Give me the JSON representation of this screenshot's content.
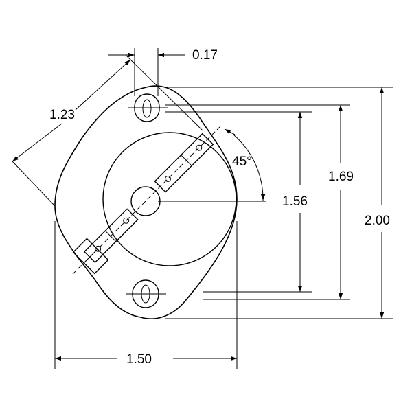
{
  "dimensions": {
    "hole_slot_width": "0.17",
    "diagonal_width": "1.23",
    "angle": "45°",
    "hole_spacing": "1.56",
    "slot_spacing": "1.69",
    "overall_height": "2.00",
    "overall_width": "1.50"
  }
}
